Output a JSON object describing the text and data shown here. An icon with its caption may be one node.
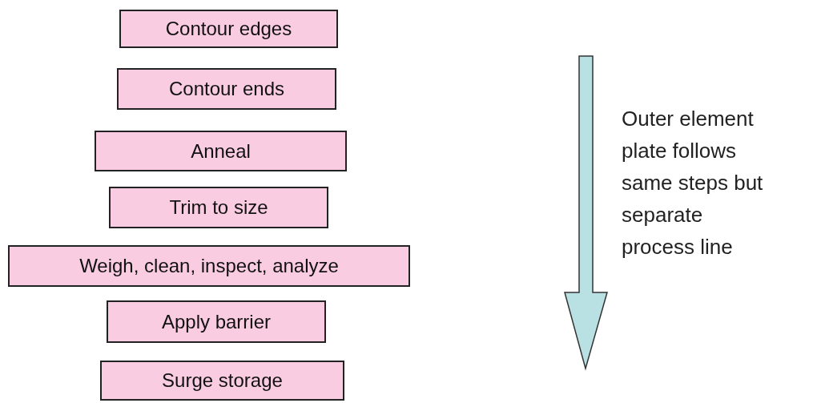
{
  "diagram": {
    "nodes": [
      {
        "text": [
          "Contour edges"
        ]
      },
      {
        "text": [
          "Contour ends"
        ]
      },
      {
        "text": [
          "Anneal"
        ]
      },
      {
        "text": [
          "Trim to size"
        ]
      },
      {
        "text": [
          "Weigh, clean, inspect, analyze"
        ]
      },
      {
        "text": [
          "Apply barrier"
        ]
      },
      {
        "text": [
          "Surge storage"
        ]
      }
    ],
    "labels": [
      "Outer element plate follows same steps but separate process line"
    ]
  }
}
